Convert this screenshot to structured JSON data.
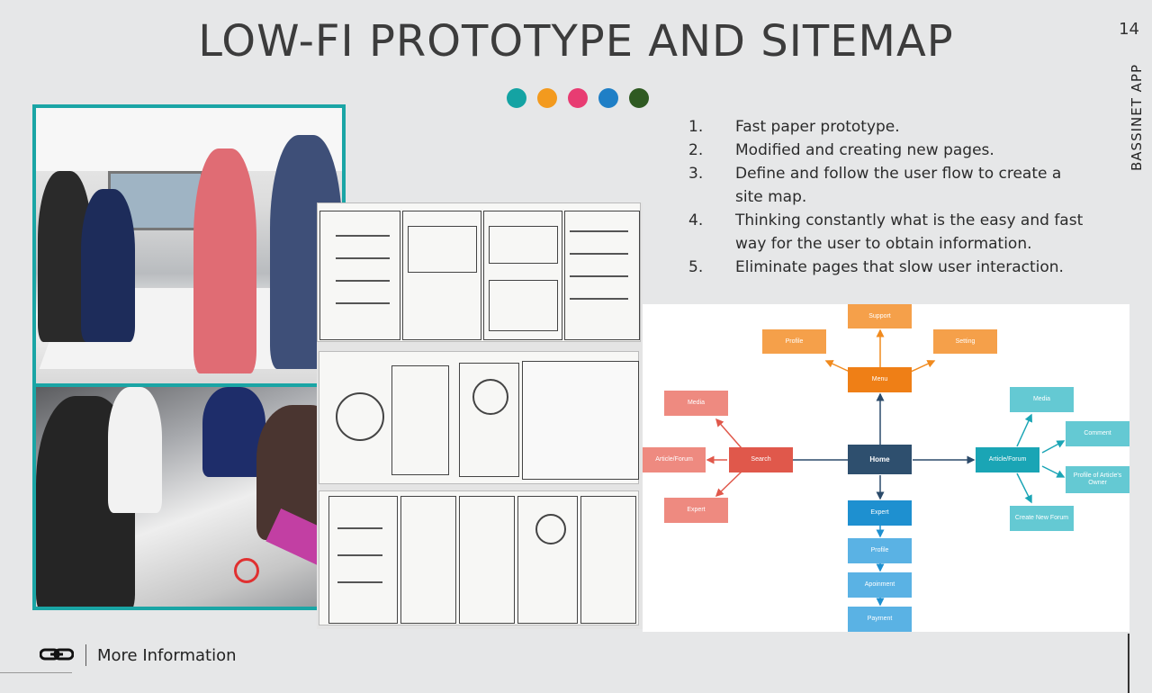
{
  "slide": {
    "title": "LOW-FI PROTOTYPE AND SITEMAP",
    "page_number": "14",
    "side_label": "BASSINET  APP"
  },
  "accent_dots": [
    "#14a3a3",
    "#f39a1e",
    "#e83c72",
    "#1f7fc6",
    "#2f5a22"
  ],
  "steps": [
    {
      "num": "1.",
      "text": "Fast paper prototype."
    },
    {
      "num": "2.",
      "text": "Modified and creating new pages."
    },
    {
      "num": "3.",
      "text": "Define and follow the user flow to create a site map."
    },
    {
      "num": "4.",
      "text": "Thinking constantly what is the easy and fast way for the user to obtain information."
    },
    {
      "num": "5.",
      "text": "Eliminate pages that slow user interaction."
    }
  ],
  "sitemap": {
    "support": "Support",
    "profile_top": "Profile",
    "setting": "Setting",
    "menu": "Menu",
    "media_left": "Media",
    "search": "Search",
    "article_forum_left": "Article/Forum",
    "expert_left": "Expert",
    "home": "Home",
    "expert": "Expert",
    "profile": "Profile",
    "apointment": "Apoinment",
    "payment": "Payment",
    "article_forum": "Article/Forum",
    "media_right": "Media",
    "comment": "Comment",
    "profile_owner": "Profile of  Article's Owner",
    "create_forum": "Create New Forum"
  },
  "footer": {
    "link_label": "More Information"
  }
}
